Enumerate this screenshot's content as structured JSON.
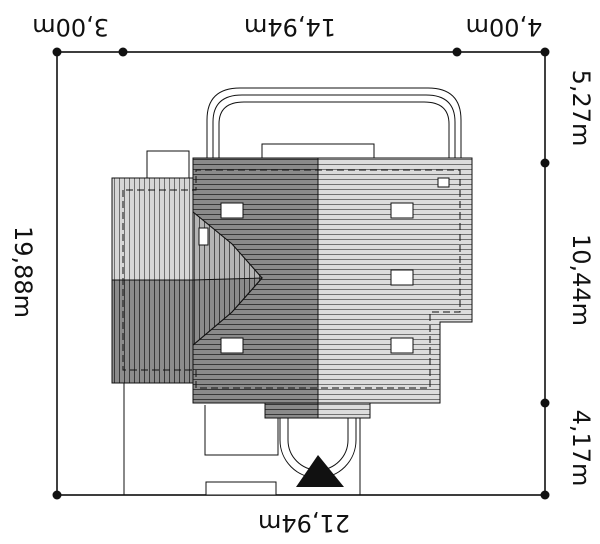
{
  "site_plan": {
    "dimensions": {
      "top_left": "3,00m",
      "top_middle": "14,94m",
      "top_right": "4,00m",
      "bottom": "21,94m",
      "left": "19,88m",
      "right_top": "5,27m",
      "right_middle": "10,44m",
      "right_bottom": "4,17m"
    },
    "colors": {
      "roof_dark": "#8a8a8a",
      "roof_medium": "#b4b4b4",
      "roof_light": "#dcdcdc",
      "line": "#111111",
      "background": "#ffffff"
    },
    "icons": {
      "entrance_marker": "black-triangle"
    }
  }
}
